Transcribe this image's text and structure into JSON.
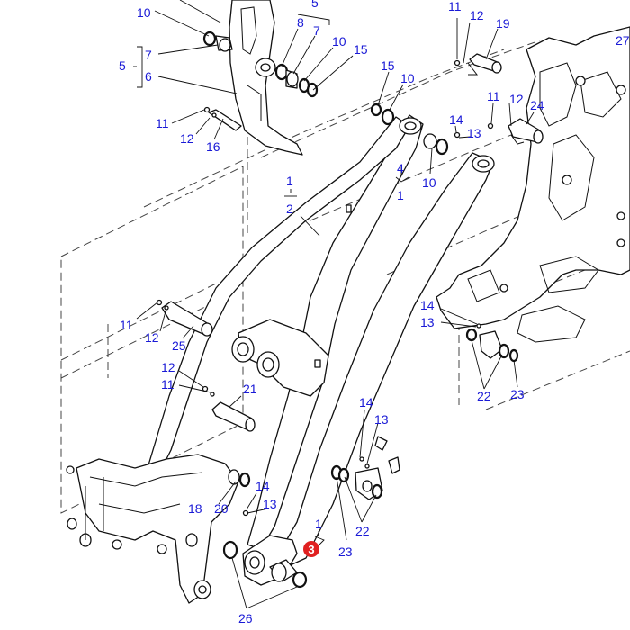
{
  "diagram": {
    "colors": {
      "callout": "#1a1ad6",
      "line": "#111111",
      "marker": "#e02020",
      "background": "#ffffff"
    },
    "highlighted_part": "3",
    "callouts": [
      {
        "id": "c10a",
        "text": "10"
      },
      {
        "id": "c5a",
        "text": "5"
      },
      {
        "id": "c8",
        "text": "8"
      },
      {
        "id": "c7a",
        "text": "7"
      },
      {
        "id": "c10b",
        "text": "10"
      },
      {
        "id": "c15a",
        "text": "15"
      },
      {
        "id": "c7b",
        "text": "7"
      },
      {
        "id": "c5b",
        "text": "5"
      },
      {
        "id": "c6",
        "text": "6"
      },
      {
        "id": "c11a",
        "text": "11"
      },
      {
        "id": "c12a",
        "text": "12"
      },
      {
        "id": "c16",
        "text": "16"
      },
      {
        "id": "c1a",
        "text": "1"
      },
      {
        "id": "c2",
        "text": "2"
      },
      {
        "id": "c11b",
        "text": "11"
      },
      {
        "id": "c12b",
        "text": "12"
      },
      {
        "id": "c19",
        "text": "19"
      },
      {
        "id": "c27",
        "text": "27"
      },
      {
        "id": "c15b",
        "text": "15"
      },
      {
        "id": "c10c",
        "text": "10"
      },
      {
        "id": "c11c",
        "text": "11"
      },
      {
        "id": "c12c",
        "text": "12"
      },
      {
        "id": "c24",
        "text": "24"
      },
      {
        "id": "c14a",
        "text": "14"
      },
      {
        "id": "c13a",
        "text": "13"
      },
      {
        "id": "c4",
        "text": "4"
      },
      {
        "id": "c1b",
        "text": "1"
      },
      {
        "id": "c10d",
        "text": "10"
      },
      {
        "id": "c11d",
        "text": "11"
      },
      {
        "id": "c12d",
        "text": "12"
      },
      {
        "id": "c25",
        "text": "25"
      },
      {
        "id": "c14b",
        "text": "14"
      },
      {
        "id": "c13b",
        "text": "13"
      },
      {
        "id": "c22a",
        "text": "22"
      },
      {
        "id": "c23a",
        "text": "23"
      },
      {
        "id": "c12e",
        "text": "12"
      },
      {
        "id": "c11e",
        "text": "11"
      },
      {
        "id": "c21",
        "text": "21"
      },
      {
        "id": "c14c",
        "text": "14"
      },
      {
        "id": "c13c",
        "text": "13"
      },
      {
        "id": "c14d",
        "text": "14"
      },
      {
        "id": "c18",
        "text": "18"
      },
      {
        "id": "c20",
        "text": "20"
      },
      {
        "id": "c13d",
        "text": "13"
      },
      {
        "id": "c1c",
        "text": "1"
      },
      {
        "id": "c22b",
        "text": "22"
      },
      {
        "id": "c23b",
        "text": "23"
      },
      {
        "id": "c26",
        "text": "26"
      }
    ]
  }
}
